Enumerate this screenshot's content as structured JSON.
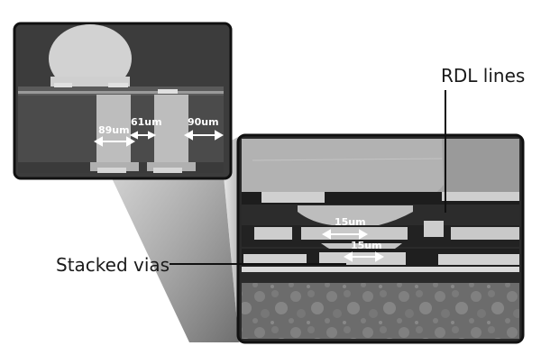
{
  "labels": {
    "rdl_lines": "RDL lines",
    "stacked_vias": "Stacked vias"
  },
  "measurements": {
    "overview_via_width": "89um",
    "overview_spacing": "61um",
    "overview_right_gap": "90um",
    "upper_via_width": "15um",
    "lower_via_width": "15um"
  },
  "colors": {
    "background": "#ffffff",
    "frame": "#111111",
    "label_text": "#1a1a1a",
    "measurement_text": "#ffffff"
  }
}
